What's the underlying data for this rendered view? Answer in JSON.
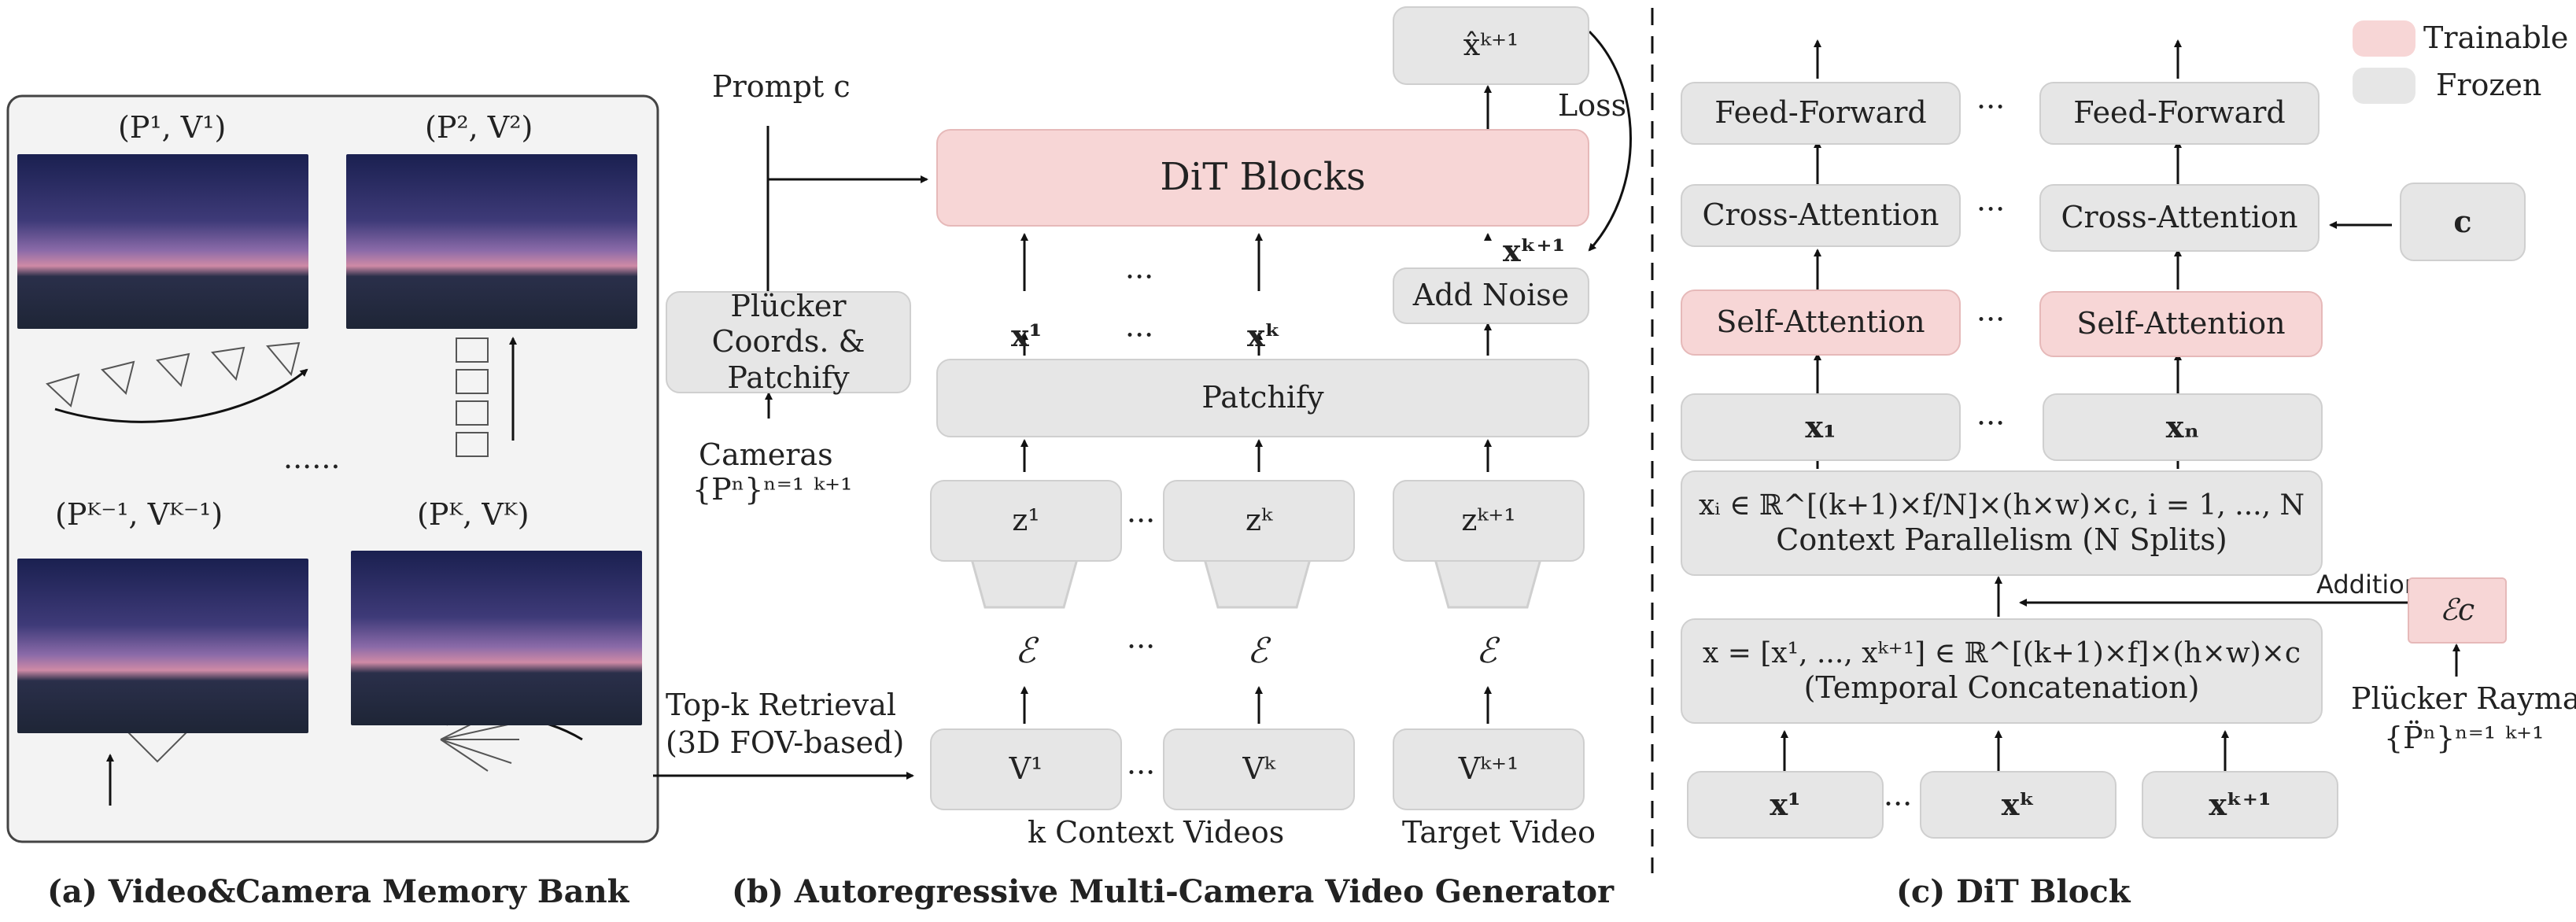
{
  "panel_a": {
    "caption": "(a) Video&Camera Memory Bank",
    "pair_labels": [
      "(P¹, V¹)",
      "(P², V²)",
      "(Pᴷ⁻¹, Vᴷ⁻¹)",
      "(Pᴷ, Vᴷ)"
    ],
    "ellipsis": "......"
  },
  "panel_b": {
    "caption": "(b) Autoregressive Multi-Camera Video Generator",
    "prompt_label": "Prompt c",
    "dit_blocks": "DiT Blocks",
    "plucker_box": "Plücker Coords. & Patchify",
    "cameras_label": "Cameras",
    "cameras_set": "{Pⁿ}ⁿ⁼¹ ᵏ⁺¹",
    "retrieval_label_1": "Top-k Retrieval",
    "retrieval_label_2": "(3D FOV-based)",
    "patchify": "Patchify",
    "add_noise": "Add Noise",
    "loss": "Loss",
    "x_hat": "x̂ᵏ⁺¹",
    "x_noisy": "xᵏ⁺¹",
    "x1": "x¹",
    "xk": "xᵏ",
    "z1": "z¹",
    "zk": "zᵏ",
    "zk1": "zᵏ⁺¹",
    "encoder": "ℰ",
    "v1": "V¹",
    "vk": "Vᵏ",
    "vk1": "Vᵏ⁺¹",
    "context_videos": "k Context Videos",
    "target_video": "Target Video",
    "dots": "···"
  },
  "panel_c": {
    "caption": "(c) DiT Block",
    "legend_trainable": "Trainable",
    "legend_frozen": "Frozen",
    "feed_forward": "Feed-Forward",
    "cross_attention": "Cross-Attention",
    "self_attention": "Self-Attention",
    "c_label": "c",
    "x_sub_1": "x₁",
    "x_sub_N": "xₙ",
    "context_parallel_formula": "xᵢ ∈ ℝ^[(k+1)×f/N]×(h×w)×c, i = 1, ..., N",
    "context_parallel_label": "Context Parallelism (N Splits)",
    "temporal_formula": "x = [x¹, ..., xᵏ⁺¹] ∈ ℝ^[(k+1)×f]×(h×w)×c",
    "temporal_label": "(Temporal Concatenation)",
    "addition": "Addition",
    "ec": "ℰc",
    "plucker_raymap": "Plücker Raymap",
    "raymap_set": "{P̈ⁿ}ⁿ⁼¹ ᵏ⁺¹",
    "x1": "x¹",
    "xk": "xᵏ",
    "xk1": "xᵏ⁺¹",
    "dots": "···"
  },
  "colors": {
    "trainable": "#f7d6d6",
    "frozen": "#e6e6e6"
  }
}
